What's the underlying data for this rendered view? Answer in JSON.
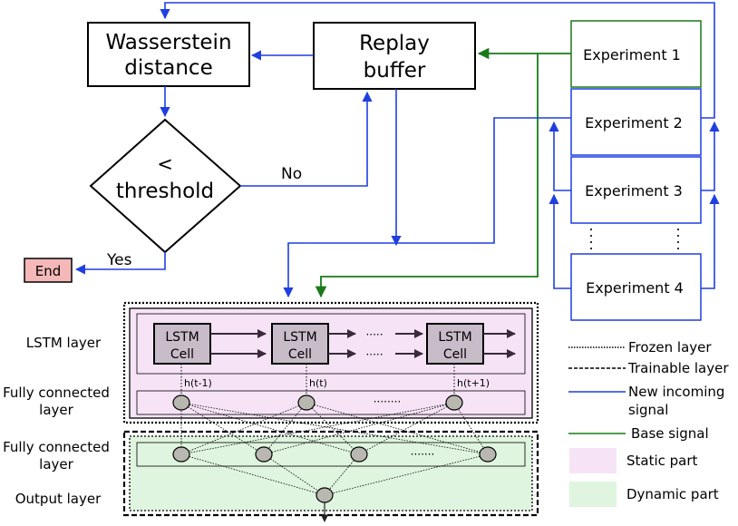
{
  "flow": {
    "wasserstein": {
      "line1": "Wasserstein",
      "line2": "distance"
    },
    "replay": {
      "line1": "Replay",
      "line2": "buffer"
    },
    "decision": {
      "line1": "<",
      "line2": "threshold"
    },
    "no_label": "No",
    "yes_label": "Yes",
    "end_label": "End"
  },
  "experiments": {
    "items": [
      "Experiment 1",
      "Experiment 2",
      "Experiment 3",
      "Experiment 4"
    ],
    "dots": ":"
  },
  "network": {
    "layer_labels": {
      "lstm": "LSTM layer",
      "fc_static_line1": "Fully connected",
      "fc_static_line2": "layer",
      "fc_dynamic_line1": "Fully connected",
      "fc_dynamic_line2": "layer",
      "output": "Output layer"
    },
    "lstm_cell": {
      "line1": "LSTM",
      "line2": "Cell"
    },
    "hidden_labels": [
      "h(t-1)",
      "h(t)",
      "h(t+1)"
    ],
    "ellipsis_lstm": "·····",
    "ellipsis_fc": "········",
    "ellipsis_fc2": "·······"
  },
  "legend": {
    "frozen": "Frozen layer",
    "trainable": "Trainable layer",
    "new_signal_line1": "New incoming",
    "new_signal_line2": "signal",
    "base_signal": "Base signal",
    "static_part": "Static part",
    "dynamic_part": "Dynamic part"
  },
  "colors": {
    "blue": "#1f3fe0",
    "green": "#1a7a1a",
    "static_fill": "#f6e4f6",
    "dynamic_fill": "#dff5df",
    "lstm_cell_fill": "#c8bcc8",
    "neuron_fill": "#b8b8b0",
    "end_fill": "#f4b8b8"
  }
}
